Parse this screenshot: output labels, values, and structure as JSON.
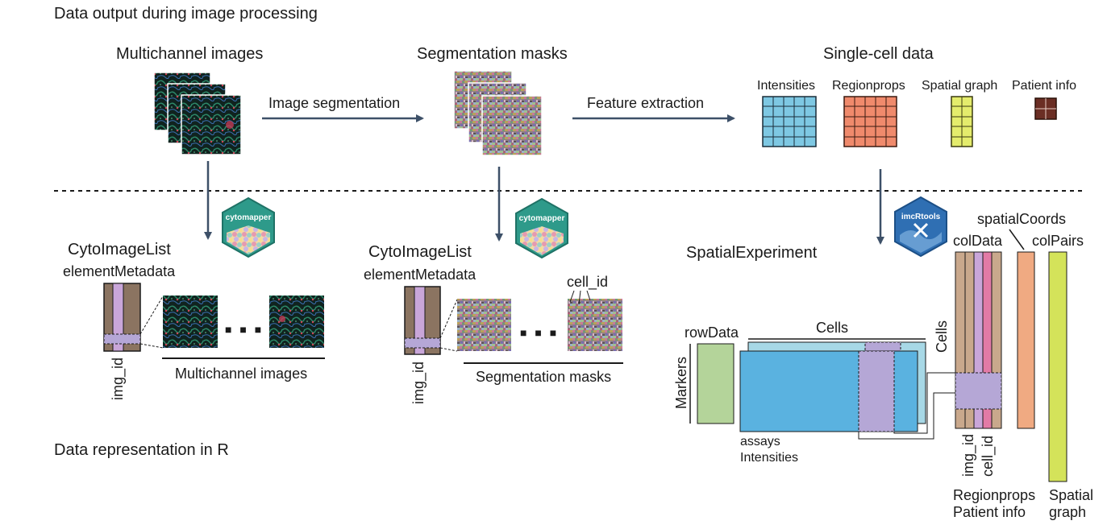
{
  "section_top_title": "Data output during image processing",
  "section_bottom_title": "Data representation in R",
  "top": {
    "multichannel_title": "Multichannel images",
    "segmentation_title": "Segmentation masks",
    "singlecell_title": "Single-cell data",
    "arrow1_label": "Image segmentation",
    "arrow2_label": "Feature extraction",
    "tables": {
      "intensities": "Intensities",
      "regionprops": "Regionprops",
      "spatial_graph": "Spatial graph",
      "patient_info": "Patient info"
    }
  },
  "badges": {
    "cytomapper": "cytomapper",
    "imcrtools": "imcRtools"
  },
  "left_panel": {
    "class_name": "CytoImageList",
    "metadata_label": "elementMetadata",
    "index_label": "img_id",
    "images_label": "Multichannel images",
    "ellipsis": "■ ■ ■"
  },
  "mid_panel": {
    "class_name": "CytoImageList",
    "metadata_label": "elementMetadata",
    "index_label": "img_id",
    "masks_label": "Segmentation masks",
    "cell_id_label": "cell_id",
    "ellipsis": "■ ■ ■"
  },
  "right_panel": {
    "class_name": "SpatialExperiment",
    "rowdata_label": "rowData",
    "markers_label": "Markers",
    "cells_label_top": "Cells",
    "cells_label_side": "Cells",
    "assays_label": "assays",
    "intensities_label": "Intensities",
    "coldata_label": "colData",
    "spatialcoords_label": "spatialCoords",
    "colpairs_label": "colPairs",
    "img_id_label": "img_id",
    "cell_id_label": "cell_id",
    "regionprops_label": "Regionprops",
    "patientinfo_label": "Patient info",
    "spatial_label": "Spatial",
    "graph_label": "graph"
  },
  "colors": {
    "arrow": "#3d5068",
    "intensities": "#7ec8e3",
    "regionprops": "#f08a6c",
    "spatial_graph": "#e4ec6c",
    "patient_info": "#6b2e24",
    "metadata_brown": "#8b7461",
    "metadata_pink": "#c9a6d9",
    "metadata_lavender": "#b5a7d6",
    "rowdata_green": "#b4d49a",
    "assay_blue": "#5ab2e0",
    "assay_blue_back": "#a7d8e6",
    "coldata_tan": "#c9a88c",
    "coldata_pink": "#e27aa6",
    "spatialcoords": "#f0aa82",
    "colpairs": "#d4e35a",
    "hex_badge": "#2e9a8a",
    "imc_badge": "#2f6fb3"
  }
}
